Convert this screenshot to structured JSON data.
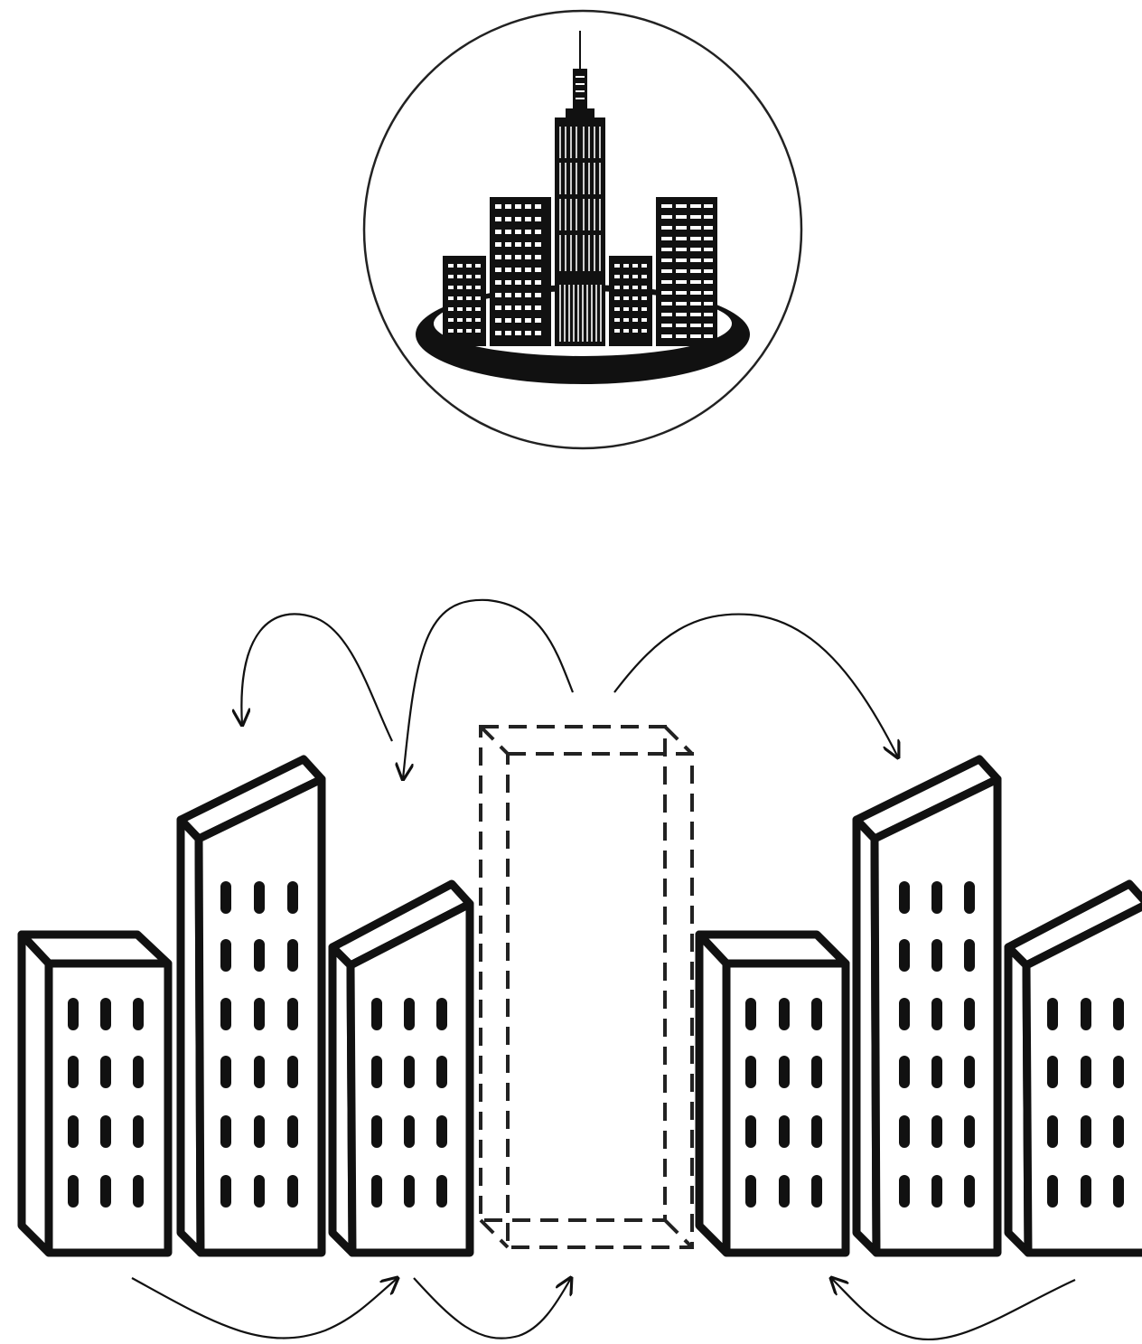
{
  "colors": {
    "ink": "#111111",
    "paper": "#ffffff"
  },
  "logo": {
    "icon": "city-skyline-icon"
  },
  "diagram": {
    "buildings": [
      {
        "id": "building-1",
        "kind": "solid",
        "window_columns": 3,
        "window_rows": 4
      },
      {
        "id": "building-2",
        "kind": "solid",
        "window_columns": 3,
        "window_rows": 6
      },
      {
        "id": "building-3",
        "kind": "solid",
        "window_columns": 3,
        "window_rows": 4
      },
      {
        "id": "building-gap",
        "kind": "dashed-placeholder"
      },
      {
        "id": "building-4",
        "kind": "solid",
        "window_columns": 3,
        "window_rows": 4
      },
      {
        "id": "building-5",
        "kind": "solid",
        "window_columns": 3,
        "window_rows": 6
      },
      {
        "id": "building-6",
        "kind": "solid",
        "window_columns": 3,
        "window_rows": 4
      }
    ],
    "arrow_icon": "curved-arrow-icon"
  }
}
